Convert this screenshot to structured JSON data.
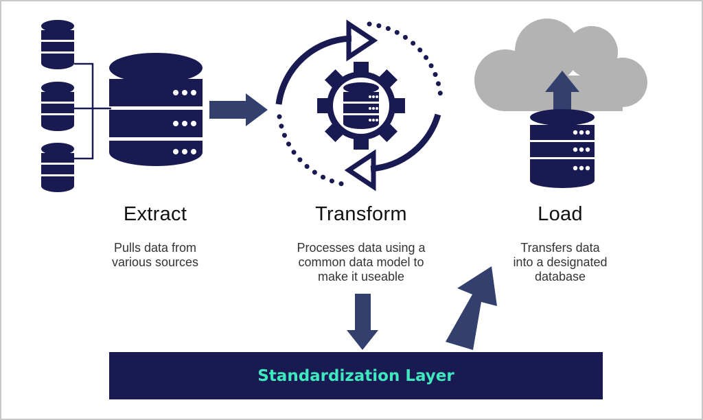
{
  "colors": {
    "navy": "#1a1a52",
    "arrow": "#33406e",
    "cloud": "#b3b3b3",
    "label_accent": "#40e8c0",
    "frame": "#c8c8c8"
  },
  "icons": [
    "database-icon",
    "cylinder-stack-icon",
    "right-arrow-icon",
    "gear-icon",
    "refresh-cycle-icon",
    "cloud-icon",
    "up-arrow-icon",
    "down-arrow-icon"
  ],
  "steps": [
    {
      "title": "Extract",
      "description": "Pulls data from\nvarious  sources"
    },
    {
      "title": "Transform",
      "description": "Processes data using a\ncommon data model to\nmake it useable"
    },
    {
      "title": "Load",
      "description": "Transfers data\ninto a designated\ndatabase"
    }
  ],
  "layer": {
    "label": "Standardization Layer"
  }
}
